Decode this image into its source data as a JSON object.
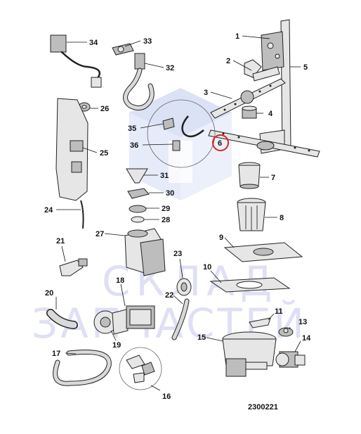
{
  "diagram": {
    "drawing_code": "2300221",
    "highlighted_part": "6",
    "watermark": {
      "line1": "СКЛАД",
      "line2": "ЗАПЧАСТЕЙ"
    },
    "parts": [
      {
        "id": "p1",
        "label": "1"
      },
      {
        "id": "p2",
        "label": "2"
      },
      {
        "id": "p3",
        "label": "3"
      },
      {
        "id": "p4",
        "label": "4"
      },
      {
        "id": "p5",
        "label": "5"
      },
      {
        "id": "p6",
        "label": "6"
      },
      {
        "id": "p7",
        "label": "7"
      },
      {
        "id": "p8",
        "label": "8"
      },
      {
        "id": "p9",
        "label": "9"
      },
      {
        "id": "p10",
        "label": "10"
      },
      {
        "id": "p11",
        "label": "11"
      },
      {
        "id": "p13",
        "label": "13"
      },
      {
        "id": "p14",
        "label": "14"
      },
      {
        "id": "p15",
        "label": "15"
      },
      {
        "id": "p16",
        "label": "16"
      },
      {
        "id": "p17",
        "label": "17"
      },
      {
        "id": "p18",
        "label": "18"
      },
      {
        "id": "p19",
        "label": "19"
      },
      {
        "id": "p20",
        "label": "20"
      },
      {
        "id": "p21",
        "label": "21"
      },
      {
        "id": "p22",
        "label": "22"
      },
      {
        "id": "p23",
        "label": "23"
      },
      {
        "id": "p24",
        "label": "24"
      },
      {
        "id": "p25",
        "label": "25"
      },
      {
        "id": "p26",
        "label": "26"
      },
      {
        "id": "p27",
        "label": "27"
      },
      {
        "id": "p28",
        "label": "28"
      },
      {
        "id": "p29",
        "label": "29"
      },
      {
        "id": "p30",
        "label": "30"
      },
      {
        "id": "p31",
        "label": "31"
      },
      {
        "id": "p32",
        "label": "32"
      },
      {
        "id": "p33",
        "label": "33"
      },
      {
        "id": "p34",
        "label": "34"
      },
      {
        "id": "p35",
        "label": "35"
      },
      {
        "id": "p36",
        "label": "36"
      }
    ],
    "colors": {
      "line": "#222222",
      "highlight": "#e02020",
      "watermark": "#c6c8ee",
      "watermark_logo": "#cfd8f4"
    }
  }
}
